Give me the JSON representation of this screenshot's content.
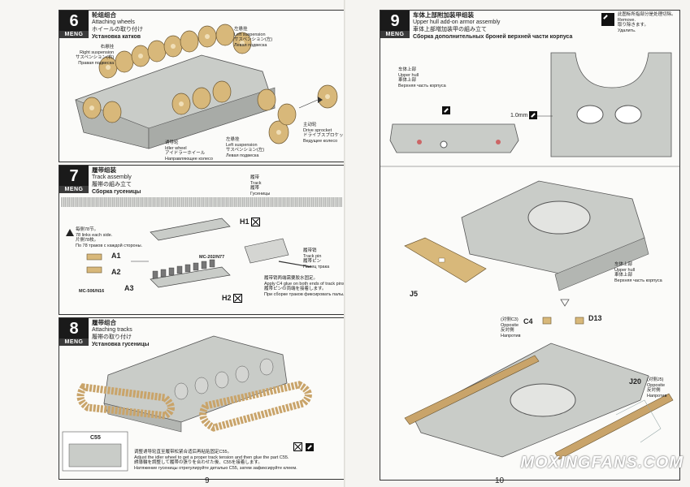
{
  "pages": {
    "left_number": "9",
    "right_number": "10"
  },
  "steps": {
    "s6": {
      "num": "6",
      "brand": "MENG",
      "zh": "轮组组合",
      "en": "Attaching wheels",
      "ja": "ホイールの取り付け",
      "ru": "Установка катков"
    },
    "s7": {
      "num": "7",
      "brand": "MENG",
      "zh": "履带组装",
      "en": "Track assembly",
      "ja": "履帯の組み立て",
      "ru": "Сборка гусеницы"
    },
    "s8": {
      "num": "8",
      "brand": "MENG",
      "zh": "履带组合",
      "en": "Attaching tracks",
      "ja": "履帯の取り付け",
      "ru": "Установка гусеницы"
    },
    "s9": {
      "num": "9",
      "brand": "MENG",
      "zh": "车体上部附加装甲组装",
      "en": "Upper hull add-on armor assembly",
      "ja": "車体上部増加装甲の組み立て",
      "ru": "Сборка дополнительных броней верхней части корпуса"
    }
  },
  "s6_labels": {
    "right_susp": [
      "右悬挂",
      "Right suspension",
      "サスペンション(右)",
      "Правая подвеска"
    ],
    "left_susp_top": [
      "左悬挂",
      "Left suspension",
      "サスペンション(左)",
      "Левая подвеска"
    ],
    "left_susp_bottom": [
      "左悬挂",
      "Left suspension",
      "サスペンション(左)",
      "Левая подвеска"
    ],
    "drive": [
      "主动轮",
      "Drive sprocket",
      "ドライブスプロケット",
      "Ведущее колесо"
    ],
    "idler": [
      "诱导轮",
      "Idler wheel",
      "アイドラーホイール",
      "Направляющее колесо"
    ]
  },
  "s7_labels": {
    "track": [
      "履带",
      "Track",
      "履帯",
      "Гусеницы"
    ],
    "count": [
      "每侧78节。",
      "78 links each side.",
      "片側78枚。",
      "По 78 траков с каждой стороны."
    ],
    "pin": [
      "履带销",
      "Track pin",
      "履帯ピン",
      "Палец трака"
    ],
    "glue_note": [
      "履带销两端需要胶水固定。",
      "Apply C4 glue on both ends of track pins.",
      "履帯ピンの両端を接着します。",
      "При сборке траков фиксировать пальцы с двух сторон цианакрилатным клеем."
    ],
    "jig1": "MC-202/N77",
    "jig2": "MC-506/N16"
  },
  "s7_parts": {
    "a1": "A1",
    "a2": "A2",
    "a3": "A3",
    "h1": "H1",
    "h2": "H2"
  },
  "s8_labels": {
    "c55": "C55",
    "note": [
      "调整诱导轮直至履带松紧合适后再粘贴固定C55。",
      "Adjust the idler wheel to get a proper track tension and then glue the part C55.",
      "誘導輪を調整して履帯の張りを合わせた後、C55を接着します。",
      "Натяжение гусеницы отрегулируйте деталью C55, затем зафиксируйте клеем."
    ]
  },
  "s9_labels": {
    "remove": [
      "此图标所指部分是处理切除。",
      "Remove.",
      "取り除きます。",
      "Удалить."
    ],
    "upper_hull": [
      "车体上部",
      "Upper hull",
      "車体上部",
      "Верхняя часть корпуса"
    ],
    "upper_hull_b": [
      "车体上部",
      "Upper hull",
      "車体上部",
      "Верхняя часть корпуса"
    ],
    "thickness": "1.0mm",
    "opposite_c3": [
      "(对侧C3)",
      "Opposite",
      "反対側",
      "Напротив"
    ],
    "opposite_j5": [
      "(对侧J5)",
      "Opposite",
      "反対側",
      "Напротив"
    ]
  },
  "s9_parts": {
    "j5": "J5",
    "c4": "C4",
    "d13": "D13",
    "j20": "J20"
  },
  "watermark": "MOXINGFANS.COM",
  "colors": {
    "wheel": "#d8b87a",
    "hull": "#c9ccc8",
    "track": "#c9a46a",
    "step_bg": "#1a1a1a"
  }
}
